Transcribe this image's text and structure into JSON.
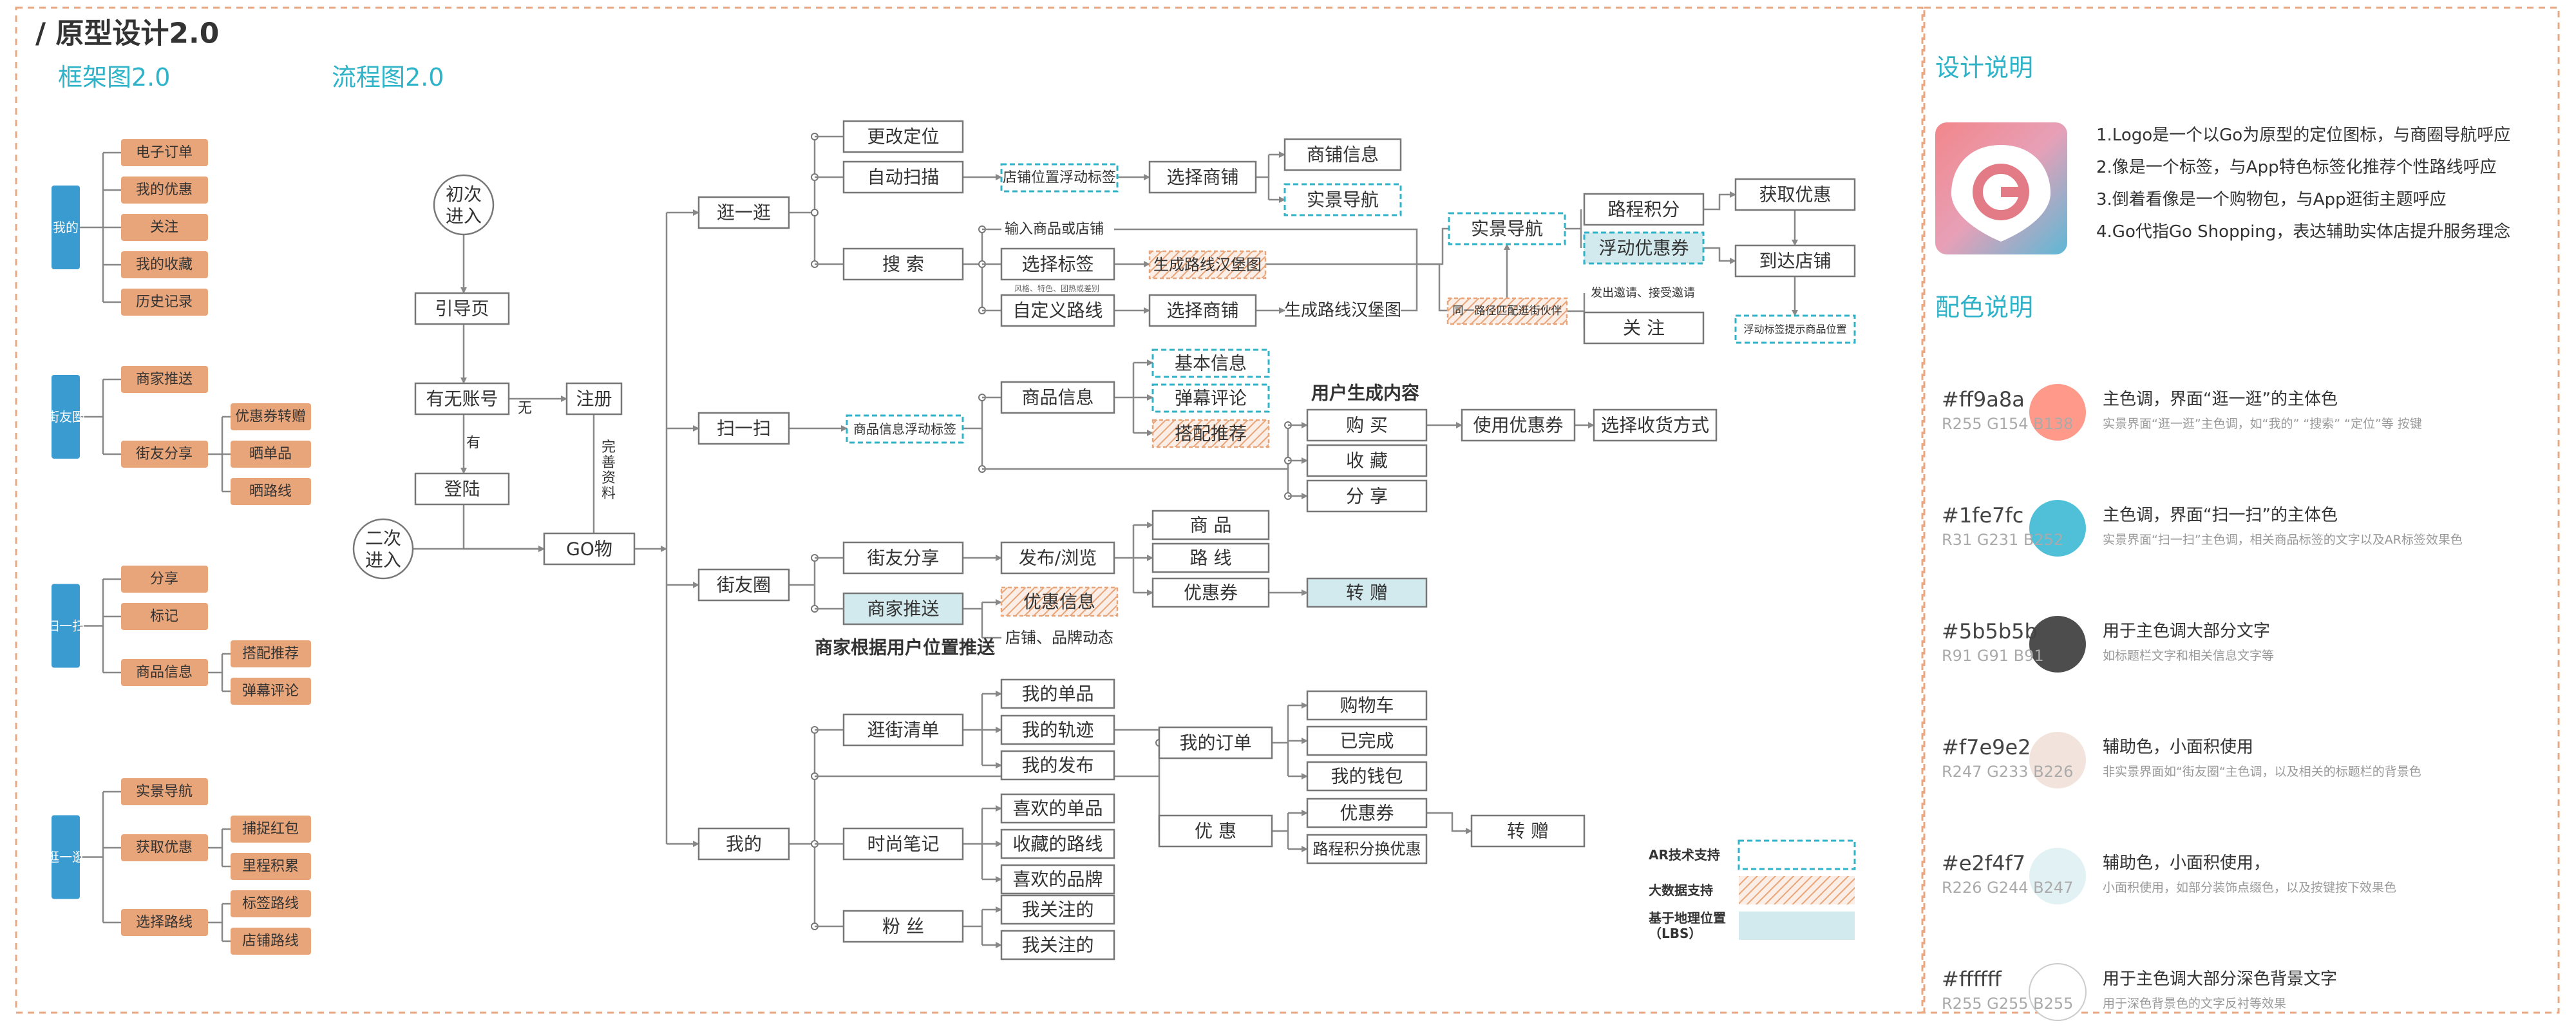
{
  "page": {
    "title": "/ 原型设计2.0",
    "framework_title": "框架图2.0",
    "flow_title": "流程图2.0"
  },
  "framework": {
    "groups": [
      {
        "label": "我的",
        "items": [
          {
            "label": "电子订单",
            "children": []
          },
          {
            "label": "我的优惠",
            "children": []
          },
          {
            "label": "关注",
            "children": []
          },
          {
            "label": "我的收藏",
            "children": []
          },
          {
            "label": "历史记录",
            "children": []
          }
        ]
      },
      {
        "label": "街友圈",
        "items": [
          {
            "label": "商家推送",
            "children": []
          },
          {
            "label": "街友分享",
            "children": [
              "优惠券转赠",
              "晒单品",
              "晒路线"
            ]
          }
        ]
      },
      {
        "label": "扫一扫",
        "items": [
          {
            "label": "分享",
            "children": []
          },
          {
            "label": "标记",
            "children": []
          },
          {
            "label": "商品信息",
            "children": [
              "搭配推荐",
              "弹幕评论"
            ]
          }
        ]
      },
      {
        "label": "逛一逛",
        "items": [
          {
            "label": "实景导航",
            "children": []
          },
          {
            "label": "获取优惠",
            "children": [
              "捕捉红包",
              "里程积累"
            ]
          },
          {
            "label": "选择路线",
            "children": [
              "标签路线",
              "店铺路线"
            ]
          }
        ]
      }
    ]
  },
  "flow": {
    "nodes": {
      "first_entry": "初次\n进入",
      "guide": "引导页",
      "has_account": "有无账号",
      "register": "注册",
      "login": "登陆",
      "second_entry": "二次\n进入",
      "go": "GO物",
      "stroll": "逛一逛",
      "scan": "扫一扫",
      "street": "街友圈",
      "mine": "我的",
      "relocate": "更改定位",
      "autoscan": "自动扫描",
      "store_tag": "店铺位置浮动标签",
      "choose_store_1": "选择商铺",
      "store_info": "商铺信息",
      "ar_nav_1": "实景导航",
      "search": "搜    索",
      "input_goods": "输入商品或店铺",
      "choose_tag": "选择标签",
      "tag_hint": "风格、特色、团热或差别",
      "gen_route_map": "生成路线汉堡图",
      "custom_route": "自定义路线",
      "choose_store_2": "选择商铺",
      "gen_route_map_2": "生成路线汉堡图",
      "ar_nav_2": "实景导航",
      "route_points": "路程积分",
      "float_coupon": "浮动优惠券",
      "get_coupon": "获取优惠",
      "arrive": "到达店铺",
      "float_tag_hint": "浮动标签提示商品位置",
      "match_partner": "同一路径匹配逛街伙伴",
      "invite": "发出邀请、接受邀请",
      "follow": "关    注",
      "goods_tag": "商品信息浮动标签",
      "goods_info": "商品信息",
      "basic_info": "基本信息",
      "danmu": "弹幕评论",
      "match_rec": "搭配推荐",
      "ugc": "用户生成内容",
      "buy": "购    买",
      "collect": "收    藏",
      "share": "分    享",
      "use_coupon": "使用优惠券",
      "pay_method": "选择收货方式",
      "friend_share": "街友分享",
      "post_browse": "发布/浏览",
      "s_goods": "商    品",
      "s_route": "路    线",
      "s_coupon": "优惠券",
      "transfer_1": "转    赠",
      "merchant_push": "商家推送",
      "promo_info": "优惠信息",
      "store_news": "店铺、品牌动态",
      "merchant_note": "商家根据用户位置推送",
      "stroll_list": "逛街清单",
      "my_goods": "我的单品",
      "my_track": "我的轨迹",
      "my_post": "我的发布",
      "my_order": "我的订单",
      "cart": "购物车",
      "done": "已完成",
      "wallet": "我的钱包",
      "fashion_note": "时尚笔记",
      "like_goods": "喜欢的单品",
      "fav_route": "收藏的路线",
      "like_brand": "喜欢的品牌",
      "discount": "优    惠",
      "coupon": "优惠券",
      "points_exchange": "路程积分换优惠",
      "transfer_2": "转    赠",
      "fans": "粉    丝",
      "my_follow_1": "我关注的",
      "my_follow_2": "我关注的",
      "edge_none": "无",
      "edge_have": "有",
      "edge_complete": "完\n善\n资\n料"
    },
    "legend": [
      {
        "label": "AR技术支持",
        "style": "dashed"
      },
      {
        "label": "大数据支持",
        "style": "hatched"
      },
      {
        "label": "基于地理位置\n（LBS）",
        "style": "filled"
      }
    ]
  },
  "design_notes": {
    "title": "设计说明",
    "lines": [
      "1.Logo是一个以Go为原型的定位图标，与商圈导航呼应",
      "2.像是一个标签，与App特色标签化推荐个性路线呼应",
      "3.倒着看像是一个购物包，与App逛街主题呼应",
      "4.Go代指Go Shopping，表达辅助实体店提升服务理念"
    ]
  },
  "palette": {
    "title": "配色说明",
    "colors": [
      {
        "hex": "#ff9a8a",
        "rgb": "R255  G154  B138",
        "desc": "主色调，界面“逛一逛”的主体色",
        "sub": "实景界面“逛一逛”主色调，如“我的”  “搜索”  “定位”等 按键",
        "swatch": "#ff9a8a"
      },
      {
        "hex": "#1fe7fc",
        "rgb": "R31  G231  B252",
        "desc": "主色调，界面“扫一扫”的主体色",
        "sub": "实景界面“扫一扫”主色调，相关商品标签的文字以及AR标签效果色",
        "swatch": "#4fc0d8"
      },
      {
        "hex": "#5b5b5b",
        "rgb": "R91  G91  B91",
        "desc": "用于主色调大部分文字",
        "sub": "如标题栏文字和相关信息文字等",
        "swatch": "#4d4d4d"
      },
      {
        "hex": "#f7e9e2",
        "rgb": "R247  G233  B226",
        "desc": "辅助色，小面积使用",
        "sub": "非实景界面如“街友圈“主色调，以及相关的标题栏的背景色",
        "swatch": "#f2e4dc"
      },
      {
        "hex": "#e2f4f7",
        "rgb": "R226  G244  B247",
        "desc": "辅助色，小面积使用，",
        "sub": "小面积使用，如部分装饰点缀色，以及按键按下效果色",
        "swatch": "#e2f1f3"
      },
      {
        "hex": "#ffffff",
        "rgb": "R255  G255  B255",
        "desc": "用于主色调大部分深色背景文字",
        "sub": "用于深色背景色的文字反衬等效果",
        "swatch": "#ffffff"
      }
    ]
  },
  "colors": {
    "orange": "#e8a57a",
    "blue": "#3a9bd0",
    "teal": "#2eb3c9",
    "cyan_fill": "#d2e9ee",
    "line": "#888888",
    "border_dash": "#e8a883"
  }
}
